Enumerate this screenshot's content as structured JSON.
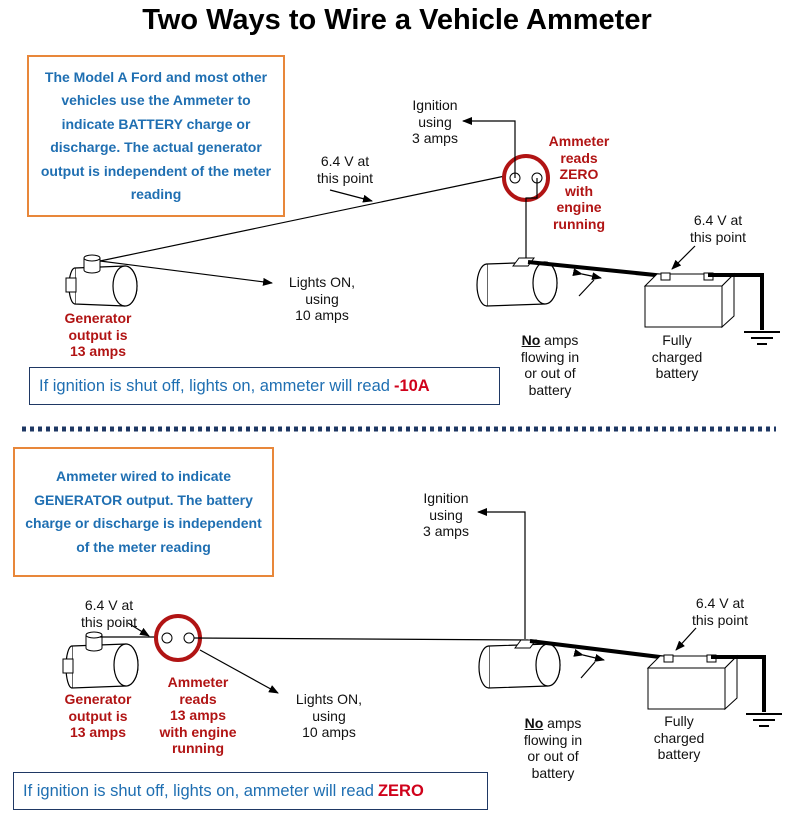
{
  "title": "Two Ways to Wire a Vehicle Ammeter",
  "top": {
    "note": "The Model A Ford and most other vehicles use the Ammeter to indicate BATTERY charge or discharge.  The actual generator output is independent of the meter reading",
    "voltage_label": "6.4 V at\nthis point",
    "ignition_label": "Ignition\nusing\n3 amps",
    "ammeter_label": "Ammeter\nreads\nZERO\nwith\nengine\nrunning",
    "battery_voltage_label": "6.4 V at\nthis point",
    "lights_label": "Lights ON,\nusing\n10 amps",
    "generator_label": "Generator\noutput is\n13 amps",
    "no_amps_bold": "No",
    "no_amps_rest": " amps",
    "no_amps_lines": "flowing in\nor out of\nbattery",
    "battery_label": "Fully\ncharged\nbattery",
    "footer_text": "If ignition is shut off, lights on, ammeter will read",
    "footer_value": "-10A"
  },
  "bottom": {
    "note": "Ammeter wired to indicate GENERATOR output.  The battery charge or discharge is independent of the meter reading",
    "ignition_label": "Ignition\nusing\n3 amps",
    "voltage_label": "6.4 V at\nthis point",
    "battery_voltage_label": "6.4 V at\nthis point",
    "generator_label": "Generator\noutput is\n13 amps",
    "ammeter_label": "Ammeter\nreads\n13 amps\nwith engine\nrunning",
    "lights_label": "Lights ON,\nusing\n10 amps",
    "no_amps_bold": "No",
    "no_amps_rest": " amps",
    "no_amps_lines": "flowing in\nor out of\nbattery",
    "battery_label": "Fully\ncharged\nbattery",
    "footer_text": "If ignition is shut off, lights on, ammeter will read",
    "footer_value": "ZERO"
  },
  "colors": {
    "note_border": "#e8873a",
    "note_text": "#1f6fb2",
    "ammeter_ring": "#b11414",
    "alert_red": "#d0021b",
    "divider": "#1f3864"
  }
}
